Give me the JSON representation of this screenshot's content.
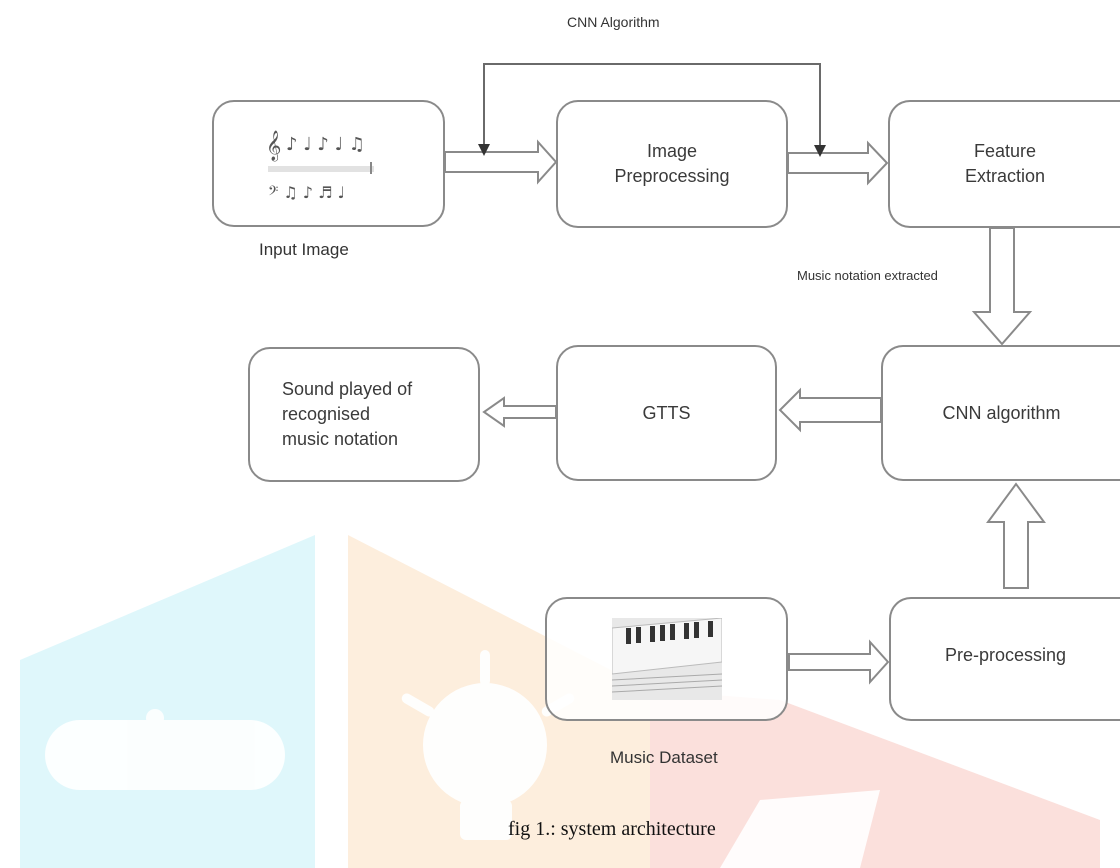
{
  "nodes": {
    "input_image": "",
    "image_preprocessing": "Image\nPreprocessing",
    "feature_extraction": "Feature\nExtraction",
    "cnn_algorithm": "CNN algorithm",
    "gtts": "GTTS",
    "sound_played": "Sound played of\nrecognised\nmusic notation",
    "music_dataset": "",
    "pre_processing": "Pre-processing"
  },
  "labels": {
    "cnn_top": "CNN Algorithm",
    "input_image": "Input Image",
    "music_notation_extracted": "Music notation extracted",
    "music_dataset": "Music Dataset"
  },
  "caption": "fig 1.:  system architecture",
  "colors": {
    "border": "#8a8a8a",
    "text": "#3a3a3a",
    "wm_cyan": "#dff7fb",
    "wm_orange": "#fdeedd",
    "wm_red": "#fbe0dc"
  }
}
